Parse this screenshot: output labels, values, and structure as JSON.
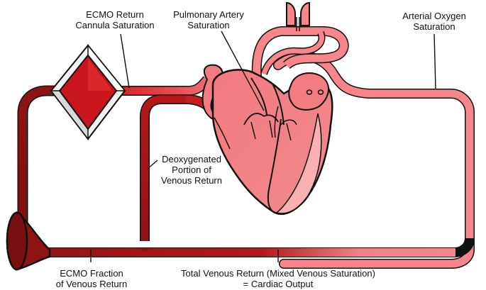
{
  "labels": {
    "ecmo_return": [
      "ECMO Return",
      "Cannula Saturation"
    ],
    "pulmonary_artery": [
      "Pulmonary Artery",
      "Saturation"
    ],
    "arterial_oxygen": [
      "Arterial Oxygen",
      "Saturation"
    ],
    "deoxygenated": [
      "Deoxygenated",
      "Portion of",
      "Venous Return"
    ],
    "ecmo_fraction": [
      "ECMO Fraction",
      "of Venous Return"
    ],
    "total_venous": [
      "Total Venous Return (Mixed Venous Saturation)",
      "= Cardiac Output"
    ]
  },
  "colors": {
    "deoxygenated_blood": "#8e1414",
    "mixed_blood": "#d42020",
    "oxygenated_blood": "#f6848a",
    "heart_muscle": "#f27c82",
    "heart_inner": "#f9b0b3",
    "oxygenator_frame": "#f2f2f2",
    "outline": "#111111"
  }
}
